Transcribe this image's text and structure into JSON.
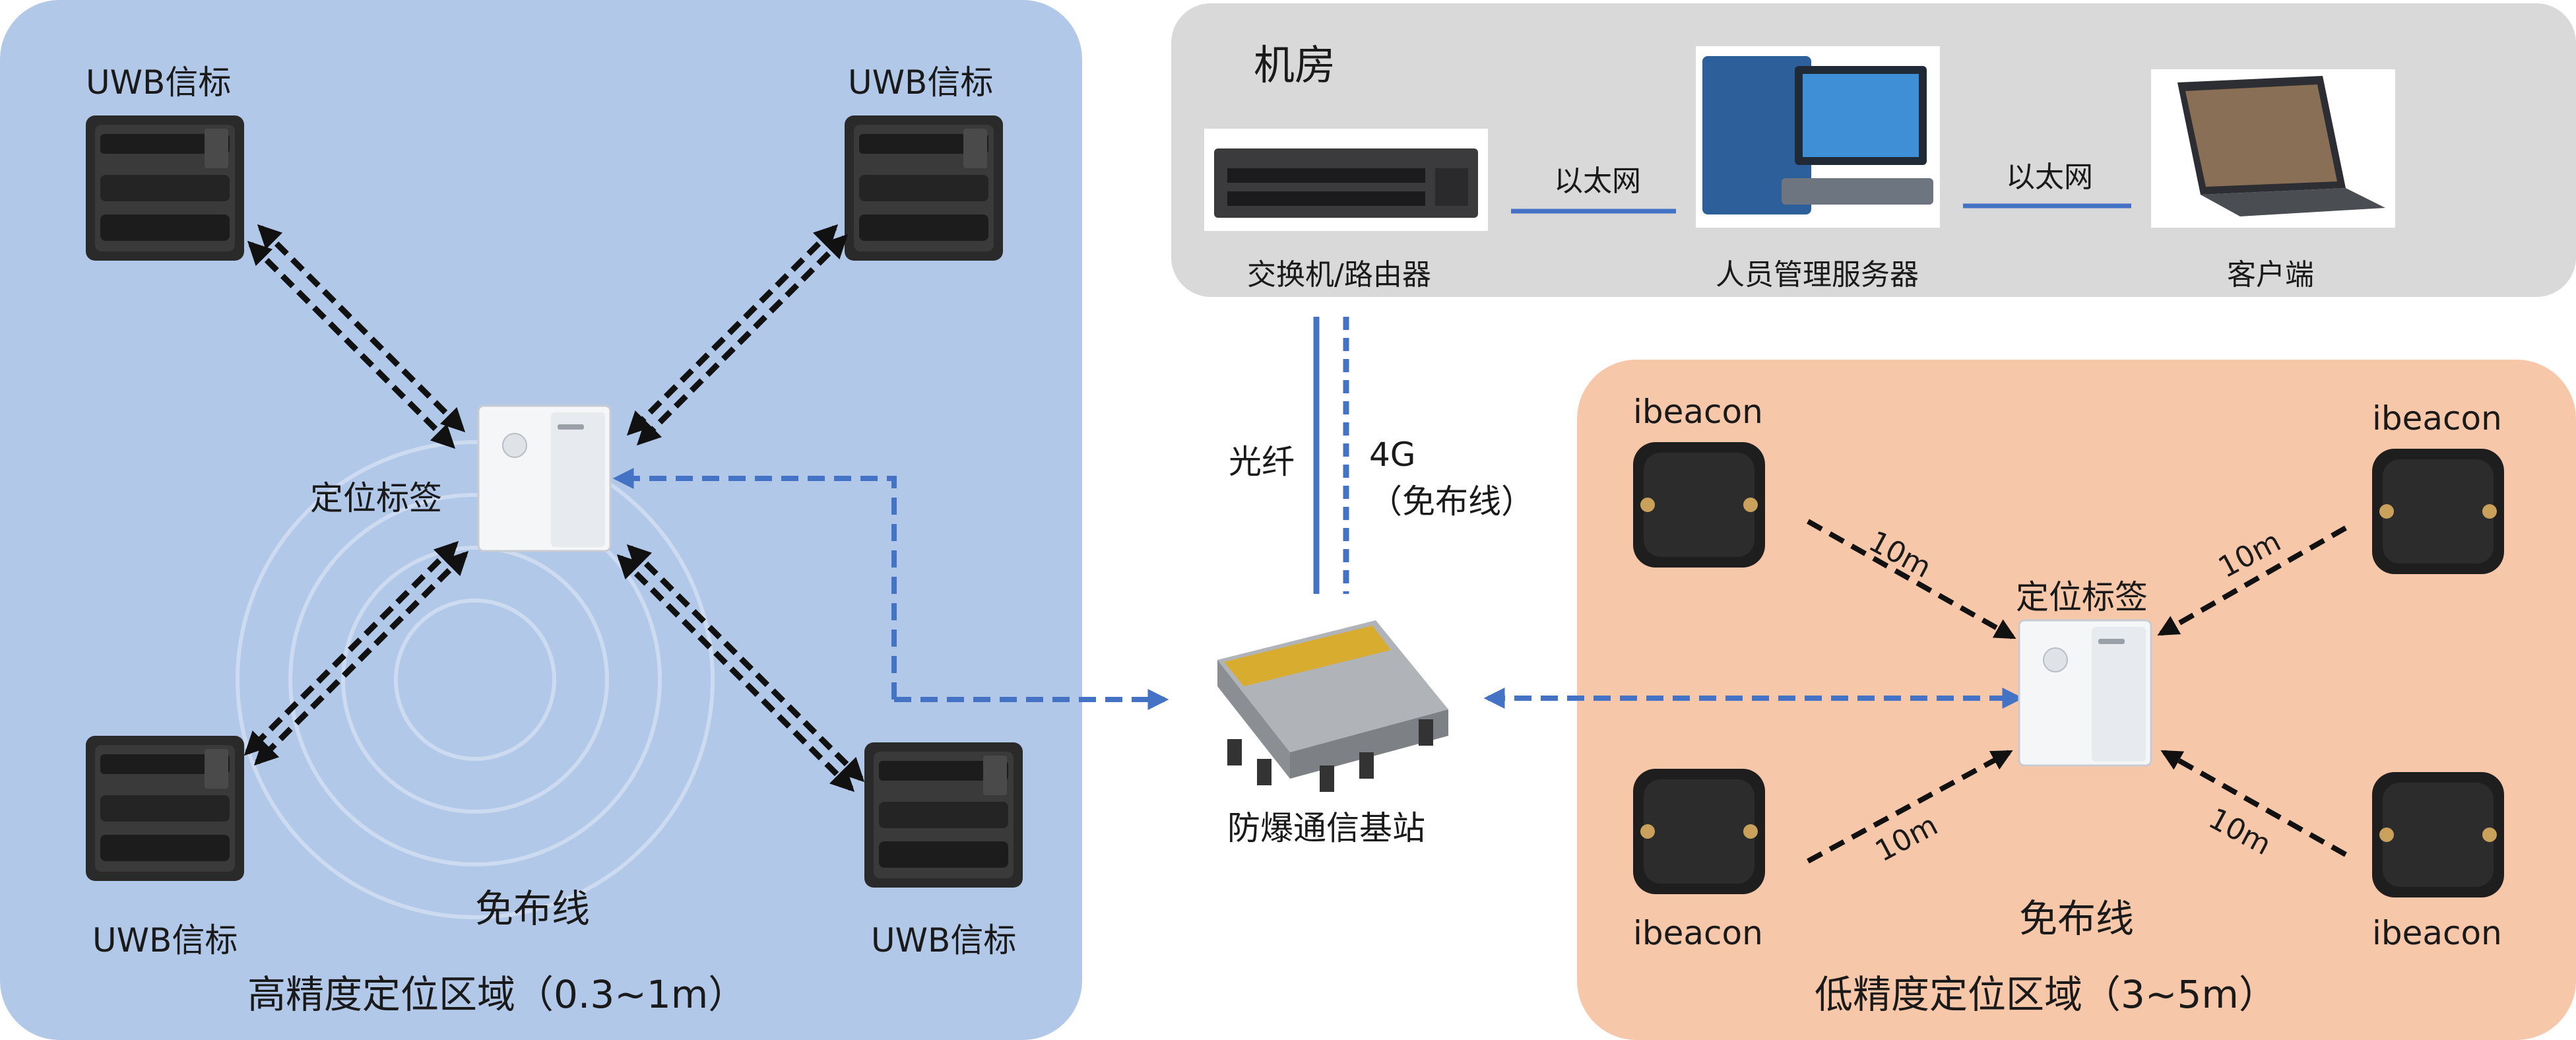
{
  "regions": {
    "high_precision": {
      "title": "高精度定位区域（0.3~1m）",
      "wiring": "免布线",
      "color": "#b2c8e8"
    },
    "low_precision": {
      "title": "低精度定位区域（3~5m）",
      "wiring": "免布线",
      "color": "#f7c7a9"
    },
    "server_room": {
      "title": "机房",
      "color": "#d9d9d9"
    }
  },
  "devices": {
    "uwb_beacon": "UWB信标",
    "ibeacon": "ibeacon",
    "tag": "定位标签",
    "switch": "交换机/路由器",
    "server": "人员管理服务器",
    "client": "客户端",
    "base_station": "防爆通信基站"
  },
  "links": {
    "ethernet_1": "以太网",
    "ethernet_2": "以太网",
    "fiber": "光纤",
    "cellular": "4G",
    "cellular_note": "（免布线）",
    "distance": [
      "10m",
      "10m",
      "10m",
      "10m"
    ]
  },
  "colors": {
    "link_blue": "#4472c4",
    "arrow_black": "#111111"
  },
  "icons": [
    "uwb-beacon-icon",
    "ibeacon-icon",
    "tag-icon",
    "switch-icon",
    "server-icon",
    "laptop-icon",
    "base-station-icon"
  ]
}
